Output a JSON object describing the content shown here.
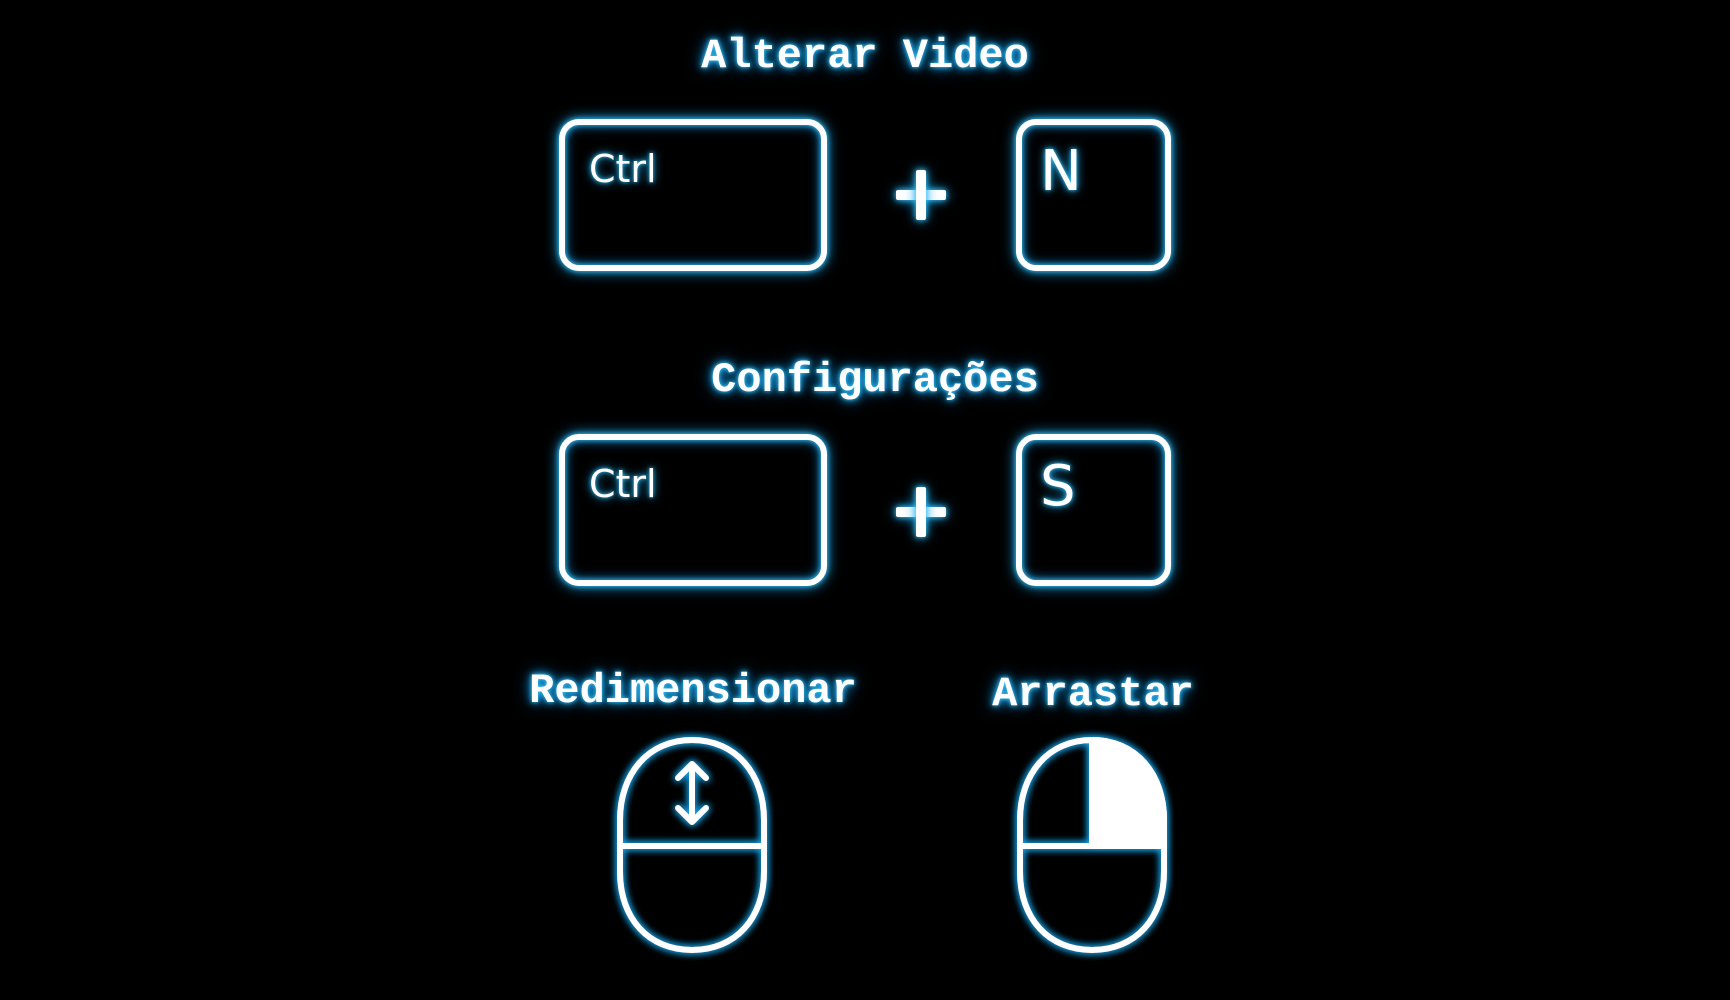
{
  "shortcuts": {
    "change_video": {
      "title": "Alterar Video",
      "modifier_key": "Ctrl",
      "plus_icon": "plus-icon",
      "key": "N"
    },
    "settings": {
      "title": "Configurações",
      "modifier_key": "Ctrl",
      "plus_icon": "plus-icon",
      "key": "S"
    }
  },
  "mouse_actions": {
    "resize": {
      "title": "Redimensionar",
      "icon": "mouse-scroll-icon"
    },
    "drag": {
      "title": "Arrastar",
      "icon": "mouse-right-click-icon"
    }
  },
  "colors": {
    "background": "#000000",
    "foreground": "#ffffff",
    "glow": "#1aa8f0"
  }
}
